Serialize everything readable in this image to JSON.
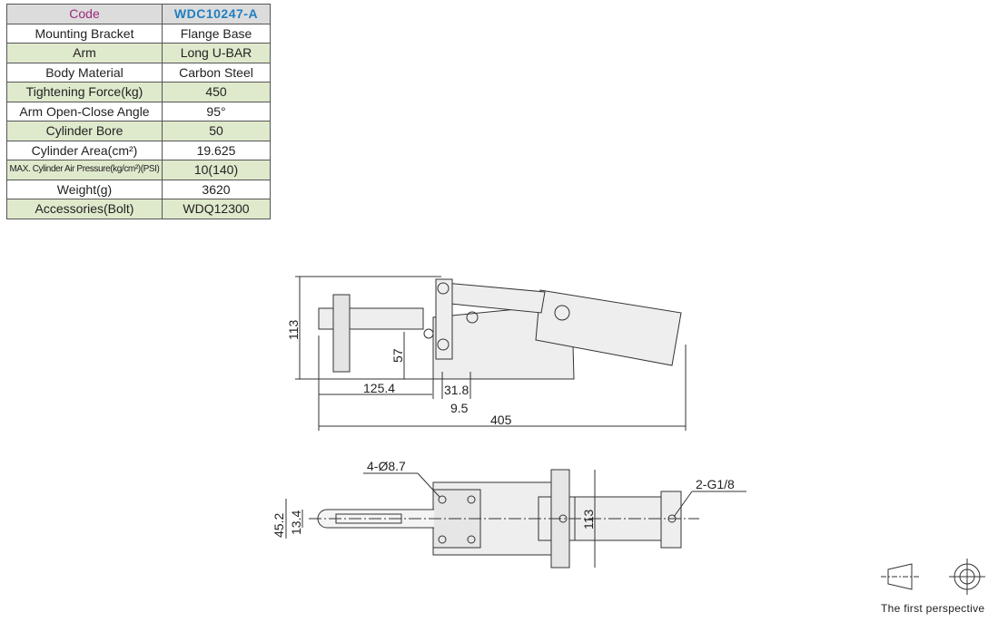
{
  "spec_table": {
    "header": {
      "label": "Code",
      "value": "WDC10247-A"
    },
    "rows": [
      {
        "label": "Mounting Bracket",
        "value": "Flange Base"
      },
      {
        "label": "Arm",
        "value": "Long U-BAR"
      },
      {
        "label": "Body Material",
        "value": "Carbon Steel"
      },
      {
        "label": "Tightening Force(kg)",
        "value": "450"
      },
      {
        "label": "Arm Open-Close Angle",
        "value": "95°"
      },
      {
        "label": "Cylinder Bore",
        "value": "50"
      },
      {
        "label": "Cylinder Area(cm²)",
        "value": "19.625"
      },
      {
        "label": "MAX. Cylinder Air Pressure(kg/cm²)(PSI)",
        "value": "10(140)"
      },
      {
        "label": "Weight(g)",
        "value": "3620"
      },
      {
        "label": "Accessories(Bolt)",
        "value": "WDQ12300"
      }
    ]
  },
  "side_view": {
    "height": "113",
    "clamp_height": "57",
    "arm_reach": "125.4",
    "hole_spacing": "31.8",
    "hole_offset": "9.5",
    "overall_length": "405"
  },
  "top_view": {
    "holes": "4-Ø8.7",
    "width_outer": "45.2",
    "width_inner": "13.4",
    "width_body": "113",
    "port": "2-G1/8"
  },
  "projection_label": "The first perspective"
}
